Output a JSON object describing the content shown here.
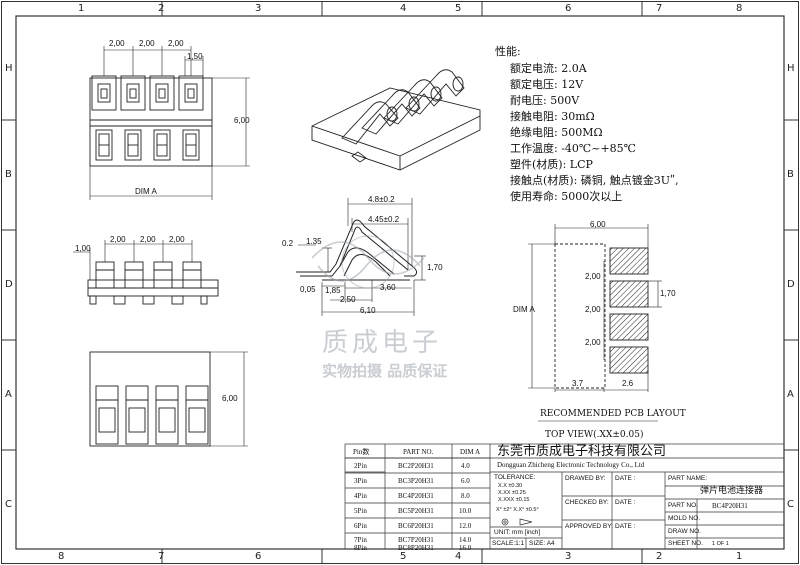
{
  "zones": {
    "top": [
      "1",
      "2",
      "3",
      "4",
      "5",
      "6",
      "7",
      "8"
    ],
    "bottom": [
      "8",
      "7",
      "6",
      "5",
      "4",
      "3",
      "2",
      "1"
    ],
    "left": [
      "H",
      "B",
      "D",
      "A",
      "C"
    ],
    "right": [
      "H",
      "B",
      "D",
      "A",
      "C"
    ]
  },
  "specs": {
    "title": "性能:",
    "lines": [
      "额定电流: 2.0A",
      "额定电压: 12V",
      "耐电压: 500V",
      "接触电阻: 30mΩ",
      "绝缘电阻: 500MΩ",
      "工作温度: -40℃~+85℃",
      "塑件(材质): LCP",
      "接触点(材质): 磷铜, 触点镀金3Uʺ,",
      "使用寿命: 5000次以上"
    ]
  },
  "top_view": {
    "pitch": [
      "2,00",
      "2,00",
      "2,00"
    ],
    "slot": "1,50",
    "height": "6,00",
    "dim_a": "DIM A"
  },
  "side_view": {
    "edge": "1,00",
    "pitch": [
      "2,00",
      "2,00",
      "2,00"
    ]
  },
  "front_view": {
    "height": "6,00"
  },
  "contact_profile": {
    "top_width": "4.8±0.2",
    "inner_width": "4.45±0.2",
    "thickness": "0.2",
    "left_height": "1.35",
    "right_height": "1,70",
    "base_offset": "0,05",
    "foot": "1,85",
    "mid": "3,60",
    "foot2": "2,50",
    "total": "6,10"
  },
  "pcb": {
    "width": "6,00",
    "pitch": [
      "2,00",
      "2,00",
      "2,00"
    ],
    "pad_h": "1,70",
    "dim_a": "DIM A",
    "left": "3.7",
    "right": "2.6",
    "title": "RECOMMENDED PCB LAYOUT",
    "view": "TOP VIEW(.XX±0.05)"
  },
  "watermark": {
    "brand": "质成电子",
    "slogan": "实物拍摄 品质保证"
  },
  "pin_table": {
    "headers": [
      "Pin数",
      "PART NO.",
      "DIM A"
    ],
    "rows": [
      [
        "2Pin",
        "BC2P20H31",
        "4.0"
      ],
      [
        "3Pin",
        "BC3P20H31",
        "6.0"
      ],
      [
        "4Pin",
        "BC4P20H31",
        "8.0"
      ],
      [
        "5Pin",
        "BC5P20H31",
        "10.0"
      ],
      [
        "6Pin",
        "BC6P20H31",
        "12.0"
      ],
      [
        "7Pin",
        "BC7P20H31",
        "14.0"
      ],
      [
        "8Pin",
        "BC8P20H31",
        "16.0"
      ]
    ]
  },
  "title_block": {
    "company_cn": "东莞市质成电子科技有限公司",
    "company_en": "Dongguan Zhicheng Electronic Technology Co., Ltd",
    "tolerance_label": "TOLERANCE:",
    "tolerances": [
      "X.X  ±0.30",
      "X.XX  ±0.25",
      "X.XXX ±0.15"
    ],
    "angles": "X° ±2°    X.X° ±0.5°",
    "unit": "UNIT: mm [inch]",
    "scale": "SCALE:1:1",
    "size": "SIZE: A4",
    "drawn_by": "DRAWED BY:",
    "checked_by": "CHECKED BY:",
    "approved_by": "APPROVED BY:",
    "date": "DATE :",
    "part_name_label": "PART NAME:",
    "part_name": "弹片电池连接器",
    "part_no_label": "PART NO.",
    "part_no": "BC4P20H31",
    "mold_no_label": "MOLD NO.",
    "draw_no_label": "DRAW NO.",
    "sheet_no_label": "SHEET NO.",
    "sheet_no": "1 OF 1"
  }
}
